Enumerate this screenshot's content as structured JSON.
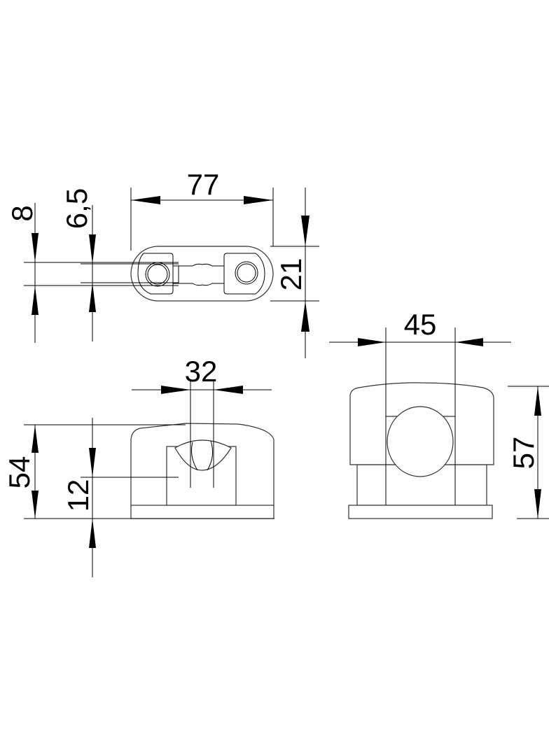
{
  "drawing": {
    "top_view": {
      "dimensions": {
        "length": "77",
        "height": "21",
        "slot_outer": "8",
        "slot_inner": "6,5"
      }
    },
    "front_view": {
      "dimensions": {
        "opening": "32",
        "height": "54",
        "offset": "12"
      }
    },
    "side_view": {
      "dimensions": {
        "width": "45",
        "height": "57"
      }
    }
  }
}
